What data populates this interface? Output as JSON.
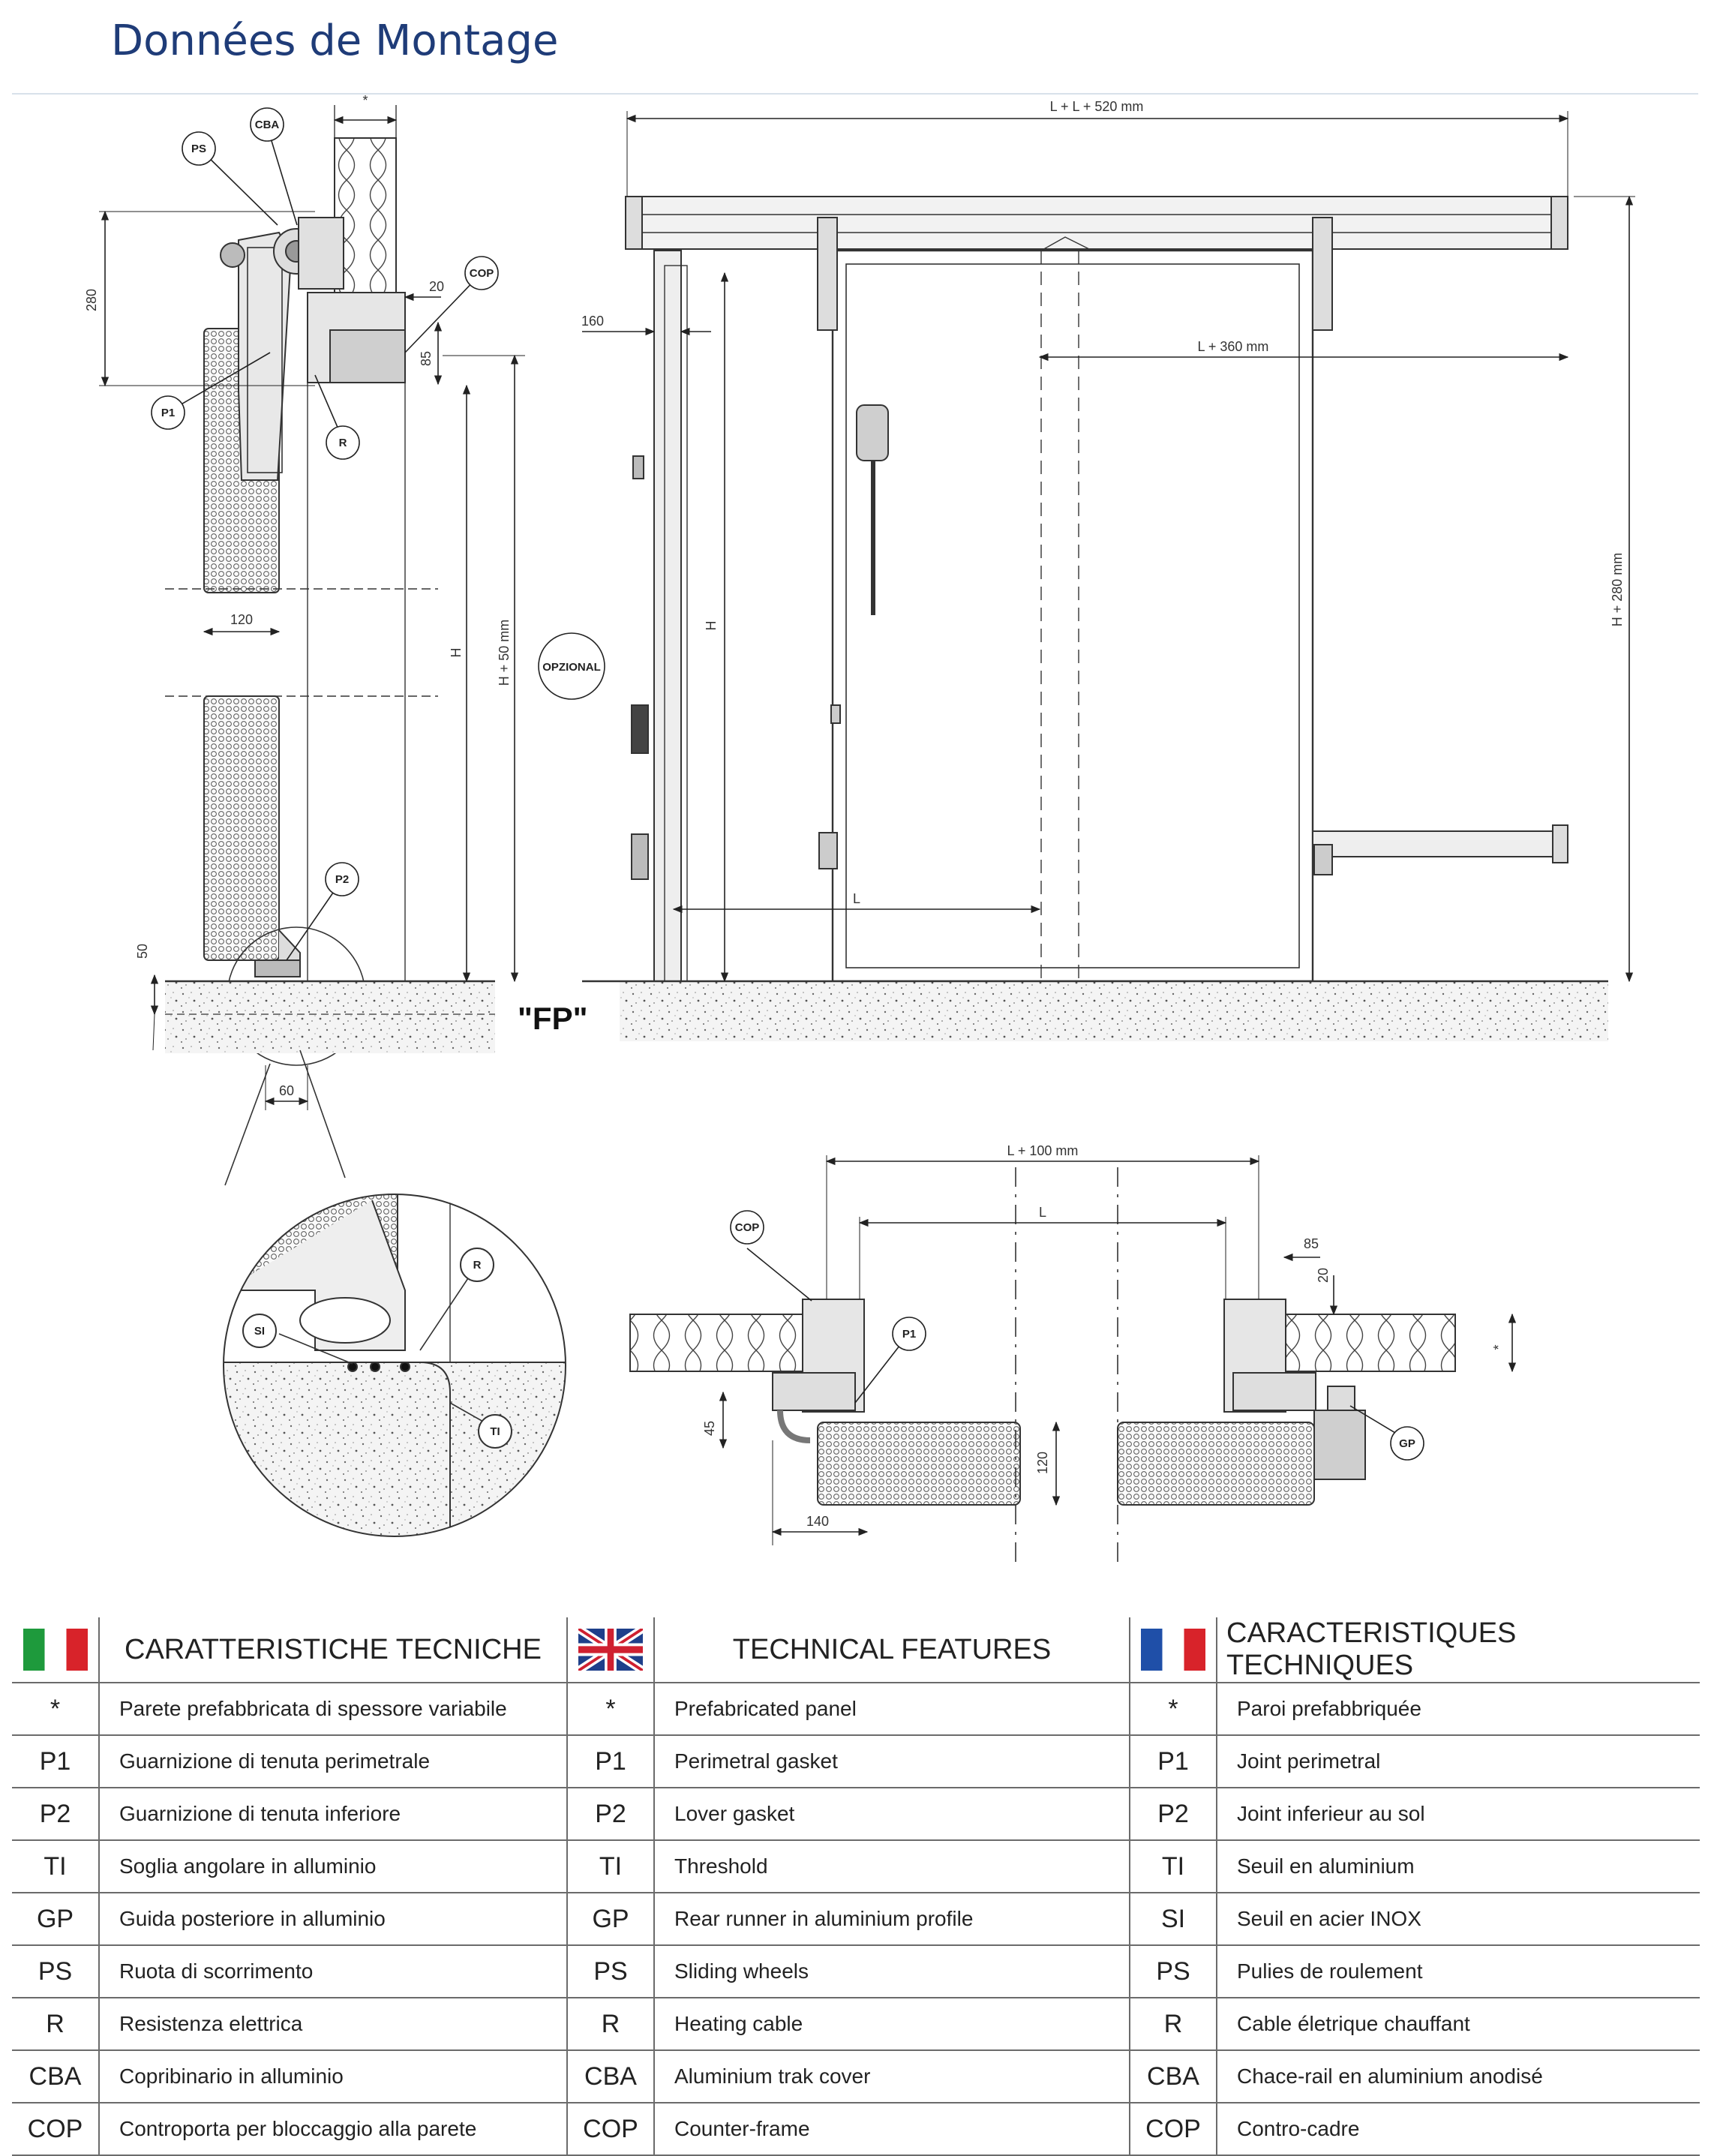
{
  "title": "Données de Montage",
  "drawing": {
    "dimensions": {
      "top_total": "L + L + 520 mm",
      "star": "*",
      "d280": "280",
      "d20": "20",
      "d85": "85",
      "d120": "120",
      "d160": "160",
      "d50": "50",
      "d60": "60",
      "h_main": "H",
      "h_plus_50": "H + 50 mm",
      "h_plus_280": "H + 280 mm",
      "l_plus_360": "L + 360 mm",
      "l": "L",
      "l_plus_100": "L + 100 mm",
      "d85b": "85",
      "d20b": "20",
      "d45": "45",
      "d140": "140",
      "d120b": "120",
      "starb": "*"
    },
    "callouts": {
      "cba": "CBA",
      "ps": "PS",
      "cop": "COP",
      "p1": "P1",
      "r": "R",
      "p2": "P2",
      "opzional": "OPZIONAL",
      "si": "SI",
      "ti": "TI",
      "gp": "GP"
    },
    "floor_label": "\"FP\""
  },
  "table": {
    "headers": {
      "it": "CARATTERISTICHE TECNICHE",
      "en": "TECHNICAL FEATURES",
      "fr": "CARACTERISTIQUES TECHNIQUES"
    },
    "flags": {
      "it": "flag-italy",
      "en": "flag-united-kingdom",
      "fr": "flag-france"
    },
    "rows": [
      {
        "it_code": "*",
        "it": "Parete prefabbricata di spessore variabile",
        "en_code": "*",
        "en": "Prefabricated panel",
        "fr_code": "*",
        "fr": "Paroi prefabbriquée"
      },
      {
        "it_code": "P1",
        "it": "Guarnizione di tenuta perimetrale",
        "en_code": "P1",
        "en": "Perimetral gasket",
        "fr_code": "P1",
        "fr": "Joint perimetral"
      },
      {
        "it_code": "P2",
        "it": "Guarnizione di tenuta inferiore",
        "en_code": "P2",
        "en": "Lover gasket",
        "fr_code": "P2",
        "fr": "Joint inferieur au sol"
      },
      {
        "it_code": "TI",
        "it": "Soglia angolare in alluminio",
        "en_code": "TI",
        "en": "Threshold",
        "fr_code": "TI",
        "fr": "Seuil en aluminium"
      },
      {
        "it_code": "GP",
        "it": "Guida posteriore in alluminio",
        "en_code": "GP",
        "en": "Rear runner in aluminium profile",
        "fr_code": "SI",
        "fr": "Seuil en acier INOX"
      },
      {
        "it_code": "PS",
        "it": "Ruota di scorrimento",
        "en_code": "PS",
        "en": "Sliding wheels",
        "fr_code": "PS",
        "fr": "Pulies de roulement"
      },
      {
        "it_code": "R",
        "it": "Resistenza elettrica",
        "en_code": "R",
        "en": "Heating cable",
        "fr_code": "R",
        "fr": "Cable életrique chauffant"
      },
      {
        "it_code": "CBA",
        "it": "Copribinario in alluminio",
        "en_code": "CBA",
        "en": "Aluminium trak cover",
        "fr_code": "CBA",
        "fr": "Chace-rail en aluminium anodisé"
      },
      {
        "it_code": "COP",
        "it": "Controporta per bloccaggio alla parete",
        "en_code": "COP",
        "en": "Counter-frame",
        "fr_code": "COP",
        "fr": "Contro-cadre"
      }
    ]
  }
}
